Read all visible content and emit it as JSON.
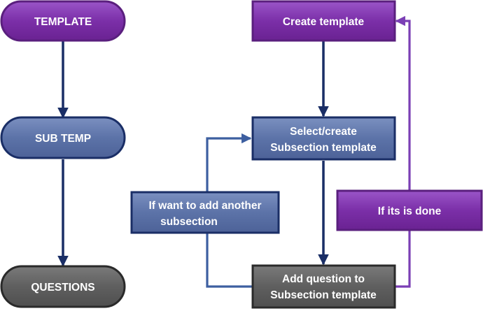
{
  "colors": {
    "purple": "#7b2fa8",
    "purple_border": "#5a1f7e",
    "blue": "#5c73a8",
    "blue_border": "#1a2e66",
    "gray": "#5f5f5f",
    "gray_border": "#2a2a2a",
    "navy_arrow": "#1a2e66",
    "blue_arrow": "#3d5fa0",
    "purple_arrow": "#7b3fb5"
  },
  "left_column": {
    "template": "TEMPLATE",
    "sub_temp": "SUB TEMP",
    "questions": "QUESTIONS"
  },
  "right_column": {
    "create_template": "Create template",
    "select_create_line1": "Select/create",
    "select_create_line2": "Subsection template",
    "add_question_line1": "Add question to",
    "add_question_line2": "Subsection template"
  },
  "labels": {
    "add_another_line1": "If want to add another",
    "add_another_line2": "subsection",
    "if_done": "If its is done"
  }
}
